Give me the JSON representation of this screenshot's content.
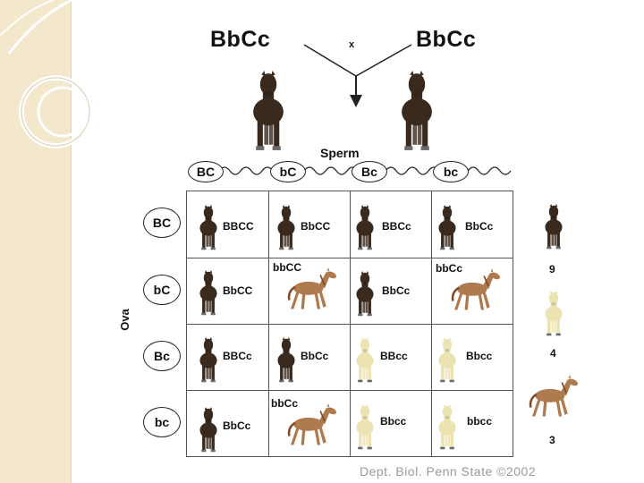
{
  "cross": {
    "mother": "BbCc",
    "father": "BbCc",
    "sign": "x"
  },
  "sperm": {
    "title": "Sperm",
    "gametes": [
      "BC",
      "bC",
      "Bc",
      "bc"
    ]
  },
  "ova": {
    "title": "Ova",
    "gametes": [
      "BC",
      "bC",
      "Bc",
      "bc"
    ]
  },
  "punnett": {
    "rows": [
      [
        {
          "genotype": "BBCC",
          "phenotype": "black"
        },
        {
          "genotype": "BbCC",
          "phenotype": "black"
        },
        {
          "genotype": "BBCc",
          "phenotype": "black"
        },
        {
          "genotype": "BbCc",
          "phenotype": "black"
        }
      ],
      [
        {
          "genotype": "BbCC",
          "phenotype": "black"
        },
        {
          "genotype": "bbCC",
          "phenotype": "chestnut"
        },
        {
          "genotype": "BbCc",
          "phenotype": "black"
        },
        {
          "genotype": "bbCc",
          "phenotype": "chestnut"
        }
      ],
      [
        {
          "genotype": "BBCc",
          "phenotype": "black"
        },
        {
          "genotype": "BbCc",
          "phenotype": "black"
        },
        {
          "genotype": "BBcc",
          "phenotype": "palomino"
        },
        {
          "genotype": "Bbcc",
          "phenotype": "palomino"
        }
      ],
      [
        {
          "genotype": "BbCc",
          "phenotype": "black"
        },
        {
          "genotype": "bbCc",
          "phenotype": "chestnut"
        },
        {
          "genotype": "Bbcc",
          "phenotype": "palomino"
        },
        {
          "genotype": "bbcc",
          "phenotype": "palomino"
        }
      ]
    ]
  },
  "summary": [
    {
      "phenotype": "black",
      "count": "9"
    },
    {
      "phenotype": "palomino",
      "count": "4"
    },
    {
      "phenotype": "chestnut",
      "count": "3"
    }
  ],
  "colors": {
    "black": "#3a2a1e",
    "chestnut": "#b07a4f",
    "palomino": "#ece3b3",
    "band": "#f3e7cc"
  },
  "credit": "Dept. Biol. Penn State ©2002"
}
